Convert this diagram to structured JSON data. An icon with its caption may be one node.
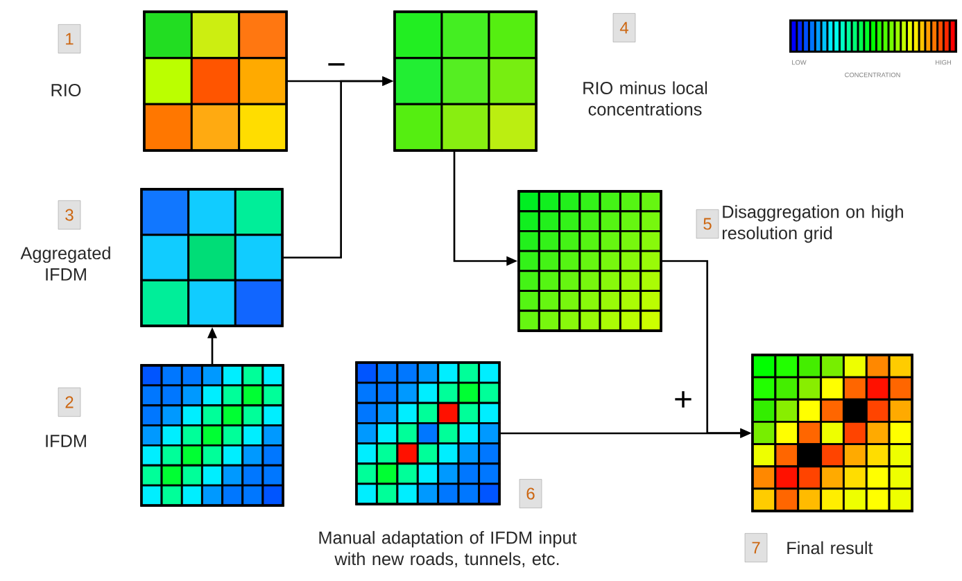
{
  "diagram": {
    "nodes": [
      {
        "text": [],
        "shape": "grid",
        "beside": [
          "1",
          "RIO"
        ]
      },
      {
        "text": [],
        "shape": "grid",
        "beside": [
          "4",
          "RIO minus local concentrations"
        ]
      },
      {
        "text": [],
        "shape": "grid",
        "beside": [
          "3",
          "Aggregated IFDM"
        ]
      },
      {
        "text": [],
        "shape": "grid",
        "beside": [
          "5",
          "Disaggregation on high resolution grid"
        ]
      },
      {
        "text": [],
        "shape": "grid",
        "beside": [
          "2",
          "IFDM"
        ]
      },
      {
        "text": [],
        "shape": "grid",
        "beside": [
          "6",
          "Manual adaptation of IFDM input with new roads, tunnels, etc."
        ]
      },
      {
        "text": [],
        "shape": "grid",
        "beside": [
          "7",
          "Final result"
        ]
      }
    ],
    "edges": [
      {
        "from": 4,
        "to": 2,
        "arrow": "to"
      },
      {
        "from": 0,
        "to": 1,
        "arrow": "to"
      },
      {
        "from": 2,
        "to": 1,
        "arrow": "to"
      },
      {
        "from": 1,
        "to": 3,
        "arrow": "to"
      },
      {
        "from": 3,
        "to": 6,
        "arrow": "to"
      },
      {
        "from": 5,
        "to": 6,
        "arrow": "to"
      }
    ],
    "labels": [
      "−",
      "+",
      "LOW",
      "HIGH",
      "CONCENTRATION"
    ]
  }
}
